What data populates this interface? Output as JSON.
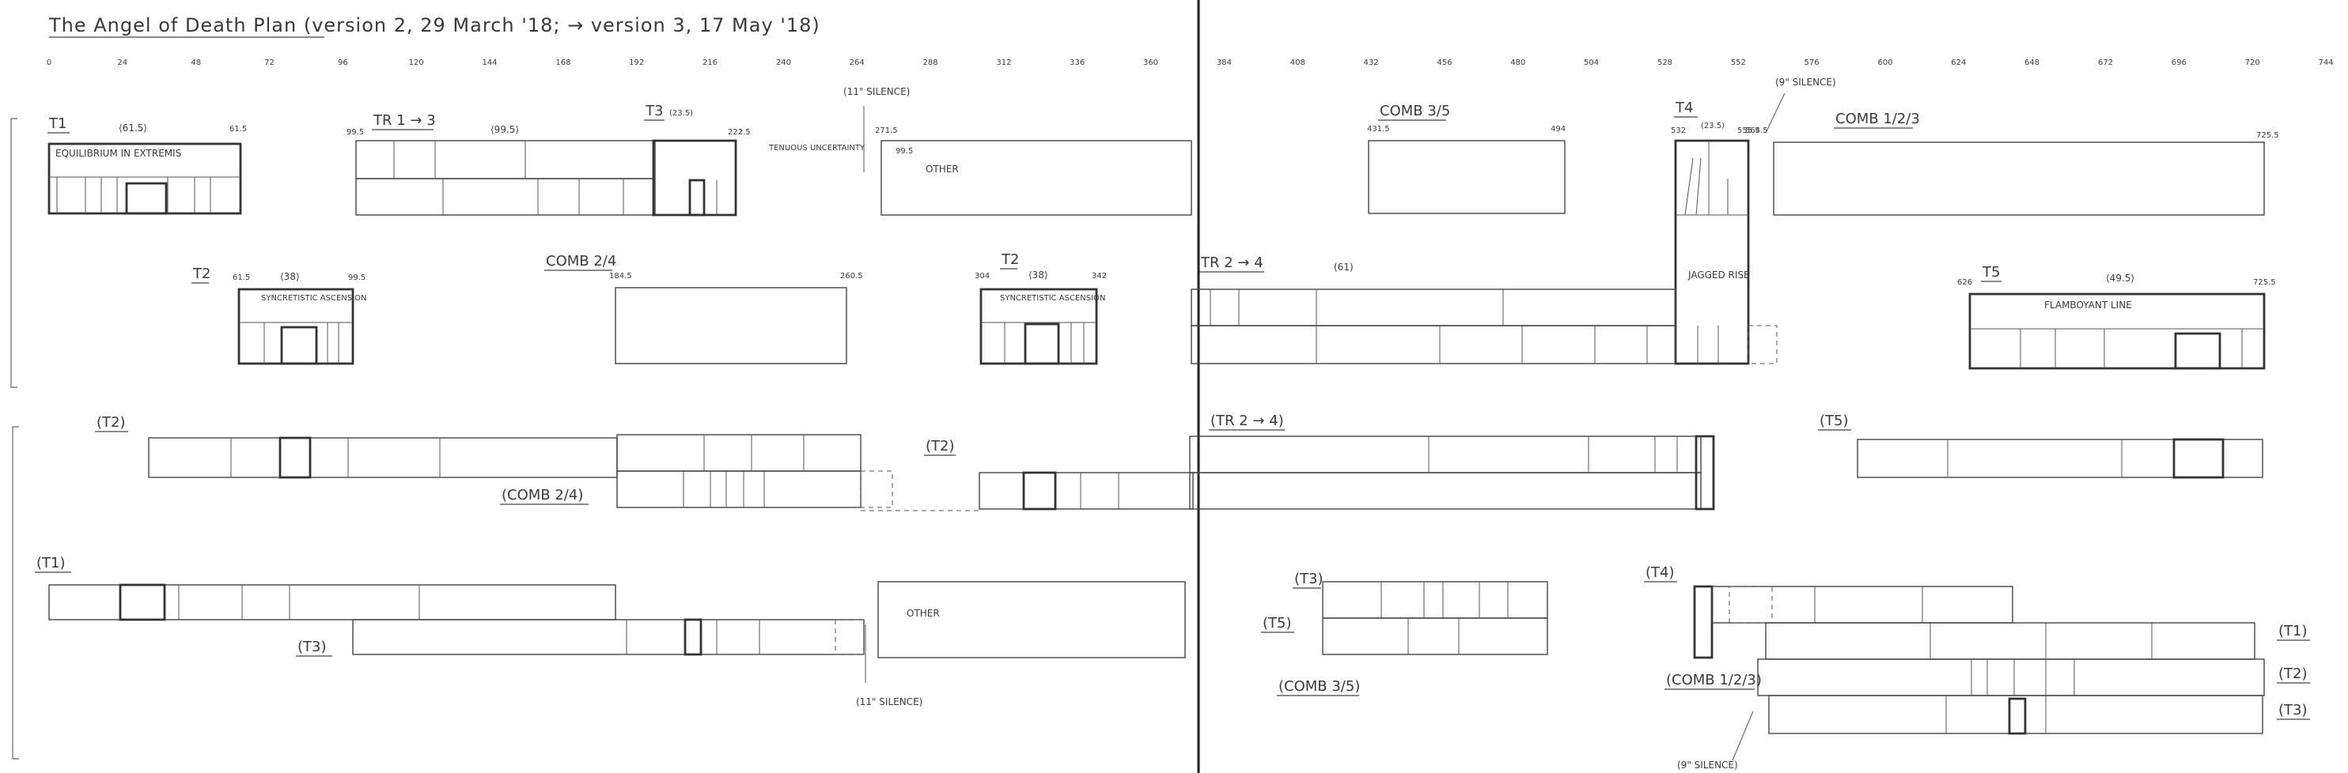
{
  "title": "The Angel of Death Plan (version 2, 29 March '18; → version 3, 17 May '18)",
  "scale_ticks": [
    "0",
    "24",
    "48",
    "72",
    "96",
    "120",
    "144",
    "168",
    "192",
    "216",
    "240",
    "264",
    "288",
    "312",
    "336",
    "360",
    "384",
    "408",
    "432",
    "456",
    "480",
    "504",
    "528",
    "552",
    "576",
    "600",
    "624",
    "648",
    "672",
    "696",
    "720",
    "744"
  ],
  "labels": {
    "t1": "T1",
    "t1_dur": "⟨61.5⟩",
    "t1_end": "61.5",
    "t1_name": "EQUILIBRIUM IN EXTREMIS",
    "tr13": "TR 1 → 3",
    "tr13_start": "99.5",
    "tr13_dur": "⟨99.5⟩",
    "t3": "T3",
    "t3_dur": "(23.5)",
    "t3_end": "222.5",
    "tenuous": "TENUOUS UNCERTAINTY",
    "silence11": "(11\" SILENCE)",
    "other": "OTHER",
    "other_start": "271.5",
    "other_val": "99.5",
    "comb35": "COMB 3/5",
    "comb35_start": "431.5",
    "comb35_end": "494",
    "t4": "T4",
    "t4_dur": "(23.5)",
    "t4_start": "532",
    "t4_end": "555.5",
    "silence9": "(9\" SILENCE)",
    "comb123": "COMB 1/2/3",
    "comb123_start": "564.5",
    "comb123_end": "725.5",
    "t2": "T2",
    "t2_dur": "⟨38⟩",
    "t2_start": "61.5",
    "t2_end": "99.5",
    "t2_name": "SYNCRETISTIC ASCENSION",
    "comb24": "COMB 2/4",
    "comb24_start": "184.5",
    "comb24_end": "260.5",
    "t2b_start": "304",
    "t2b_end": "342",
    "tr24": "TR 2 → 4",
    "tr24_dur": "(61)",
    "jagged": "JAGGED RISE",
    "t5": "T5",
    "t5_dur": "⟨49.5⟩",
    "t5_start": "626",
    "t5_end": "725.5",
    "t5_name": "FLAMBOYANT LINE",
    "row3_t2": "(T2)",
    "row3_comb24": "(COMB 2/4)",
    "row3_t2b": "(T2)",
    "row3_tr24": "(TR 2 → 4)",
    "row3_t5": "(T5)",
    "row4_t1": "(T1)",
    "row4_t3": "(T3)",
    "row4_other": "OTHER",
    "row4_silence": "(11\" SILENCE)",
    "row4_t3b": "(T3)",
    "row4_t5": "(T5)",
    "row4_comb35": "(COMB 3/5)",
    "row4_t4": "(T4)",
    "row4_comb123": "(COMB 1/2/3)",
    "row4_t1r": "(T1)",
    "row4_t2r": "(T2)",
    "row4_t3r": "(T3)",
    "row4_silence9": "(9\" SILENCE)"
  }
}
